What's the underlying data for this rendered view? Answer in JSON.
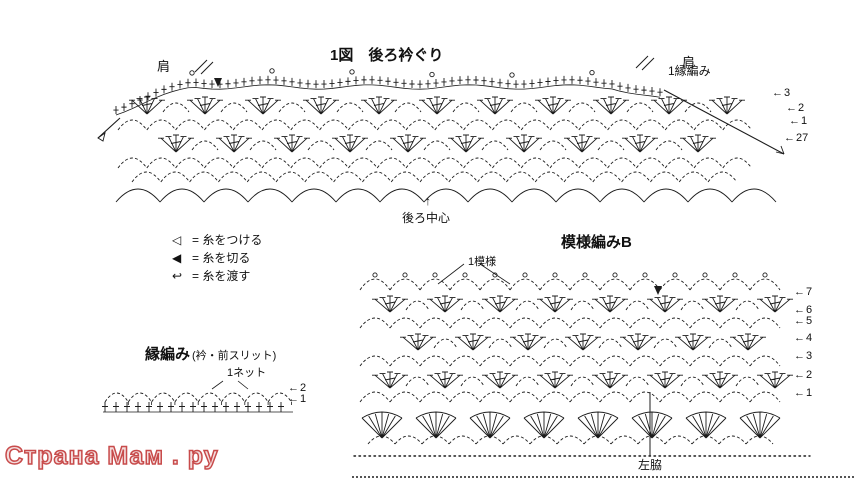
{
  "icons": {
    "left_arrow": "←",
    "up_arrow": "↑"
  },
  "figure1": {
    "title": "1図　後ろ衿ぐり",
    "shoulder_left": "肩",
    "shoulder_right": "肩",
    "edge_label": "1縁編み",
    "rows": [
      "3",
      "2",
      "1",
      "27"
    ],
    "center_back": "後ろ中心"
  },
  "legend": {
    "items": [
      {
        "sym": "◁",
        "label": "= 糸をつける"
      },
      {
        "sym": "◀",
        "label": "= 糸を切る"
      },
      {
        "sym": "↩",
        "label": "= 糸を渡す"
      }
    ]
  },
  "pattern_b": {
    "title": "模様編みB",
    "motif": "1模様",
    "rows": [
      "7",
      "6",
      "5",
      "4",
      "3",
      "2",
      "1"
    ],
    "side": "左脇"
  },
  "edging": {
    "title": "縁編み",
    "subtitle": "(衿・前スリット)",
    "net": "1ネット",
    "rows": [
      "2",
      "1"
    ]
  },
  "watermark": "Страна Мам . ру"
}
